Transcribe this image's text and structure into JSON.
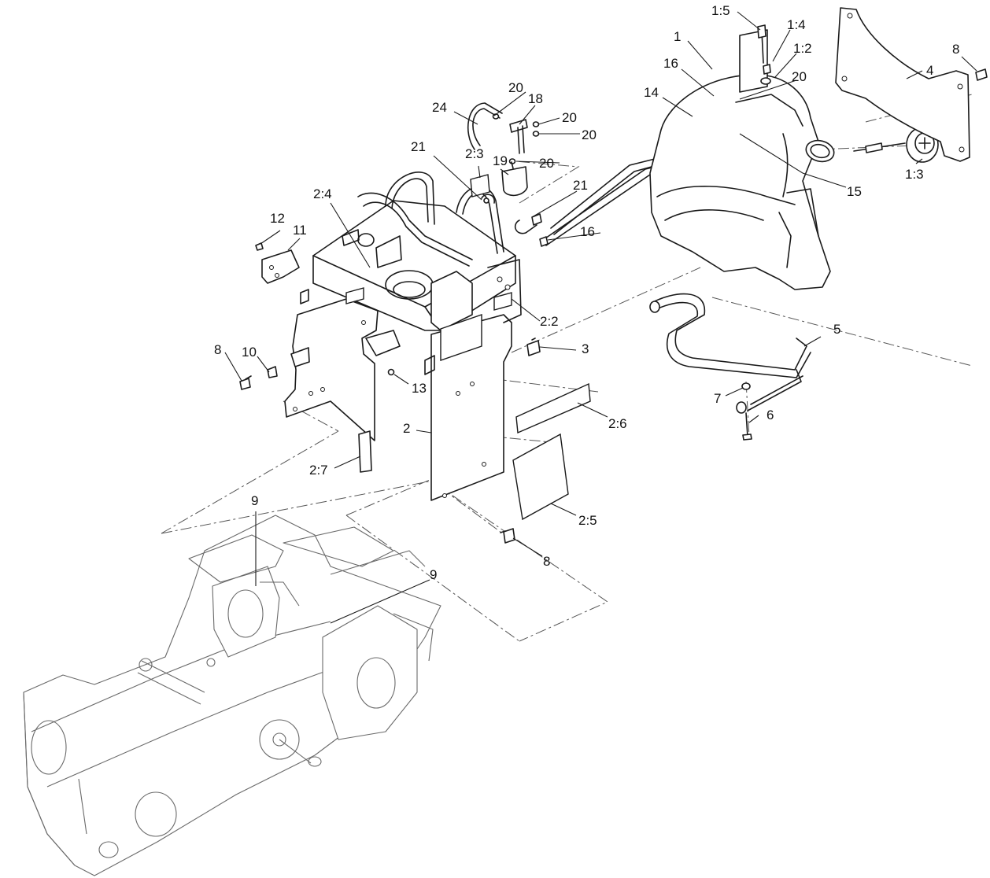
{
  "callouts": [
    {
      "id": "c-1-5",
      "text": "1:5"
    },
    {
      "id": "c-1-4",
      "text": "1:4"
    },
    {
      "id": "c-1-2",
      "text": "1:2"
    },
    {
      "id": "c-1",
      "text": "1"
    },
    {
      "id": "c-16-top",
      "text": "16"
    },
    {
      "id": "c-20-tank",
      "text": "20"
    },
    {
      "id": "c-14",
      "text": "14"
    },
    {
      "id": "c-4",
      "text": "4"
    },
    {
      "id": "c-8-top",
      "text": "8"
    },
    {
      "id": "c-20-a",
      "text": "20"
    },
    {
      "id": "c-18",
      "text": "18"
    },
    {
      "id": "c-24",
      "text": "24"
    },
    {
      "id": "c-20-b",
      "text": "20"
    },
    {
      "id": "c-20-c",
      "text": "20"
    },
    {
      "id": "c-21-top",
      "text": "21"
    },
    {
      "id": "c-2-3",
      "text": "2:3"
    },
    {
      "id": "c-19",
      "text": "19"
    },
    {
      "id": "c-20-d",
      "text": "20"
    },
    {
      "id": "c-21-right",
      "text": "21"
    },
    {
      "id": "c-15",
      "text": "15"
    },
    {
      "id": "c-1-3",
      "text": "1:3"
    },
    {
      "id": "c-2-4",
      "text": "2:4"
    },
    {
      "id": "c-16-mid",
      "text": "16"
    },
    {
      "id": "c-12",
      "text": "12"
    },
    {
      "id": "c-11",
      "text": "11"
    },
    {
      "id": "c-2-2",
      "text": "2:2"
    },
    {
      "id": "c-5",
      "text": "5"
    },
    {
      "id": "c-3",
      "text": "3"
    },
    {
      "id": "c-8-left",
      "text": "8"
    },
    {
      "id": "c-10",
      "text": "10"
    },
    {
      "id": "c-13",
      "text": "13"
    },
    {
      "id": "c-7",
      "text": "7"
    },
    {
      "id": "c-6",
      "text": "6"
    },
    {
      "id": "c-2-6",
      "text": "2:6"
    },
    {
      "id": "c-2",
      "text": "2"
    },
    {
      "id": "c-2-7",
      "text": "2:7"
    },
    {
      "id": "c-2-5",
      "text": "2:5"
    },
    {
      "id": "c-9-left",
      "text": "9"
    },
    {
      "id": "c-8-bottom",
      "text": "8"
    },
    {
      "id": "c-9-right",
      "text": "9"
    }
  ]
}
